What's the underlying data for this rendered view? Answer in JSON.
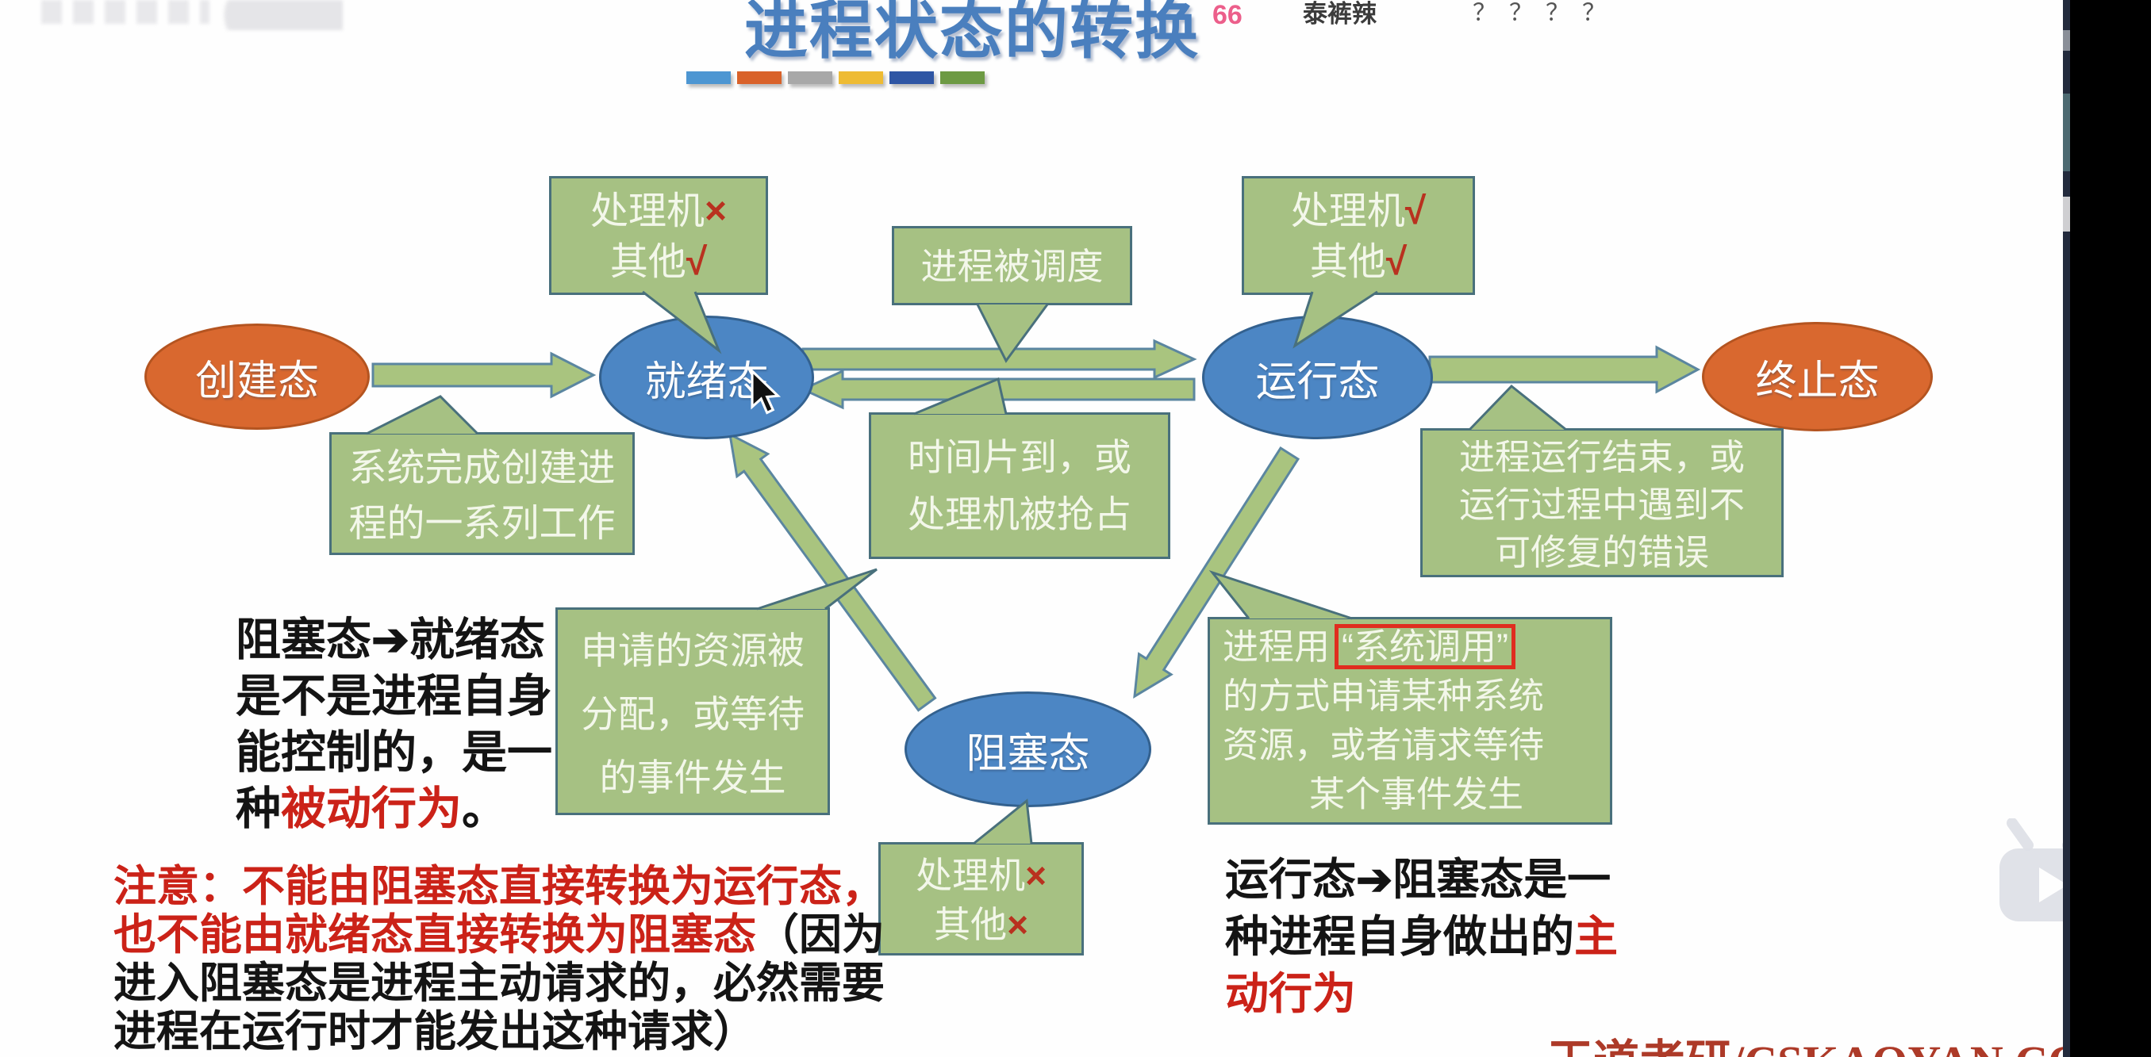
{
  "colors": {
    "slide_bg": "#fefefe",
    "title_blue": "#4a7fbe",
    "node_blue": "#4c86c4",
    "node_orange": "#d9682f",
    "callout_green": "#a6c183",
    "callout_border": "#49707c",
    "arrow_green": "#a9c47f",
    "arrow_border": "#5b86a0",
    "red_annotation": "#cb2218",
    "red_highlight_box": "#e02d1f",
    "brand_red": "#ad3a28"
  },
  "title": {
    "text": "进程状态的转换"
  },
  "theme_bars": {
    "colors": [
      "#4d96d2",
      "#d9622a",
      "#a8a8a8",
      "#eebb33",
      "#2f56a4",
      "#6d9a43"
    ]
  },
  "danmaku": {
    "d1": "66",
    "d2": "泰裤辣",
    "d3": "？？？？"
  },
  "nodes": {
    "create": {
      "label": "创建态"
    },
    "ready": {
      "label": "就绪态"
    },
    "running": {
      "label": "运行态"
    },
    "terminated": {
      "label": "终止态"
    },
    "blocked": {
      "label": "阻塞态"
    }
  },
  "callouts": {
    "ready_flags": {
      "label1": "处理机",
      "mark1": "×",
      "label2": "其他",
      "mark2": "√"
    },
    "scheduled": {
      "text": "进程被调度"
    },
    "running_flags": {
      "label1": "处理机",
      "mark1": "√",
      "label2": "其他",
      "mark2": "√"
    },
    "create_note": {
      "line1": "系统完成创建进",
      "line2": "程的一系列工作"
    },
    "timeslice": {
      "line1": "时间片到，或",
      "line2": "处理机被抢占"
    },
    "terminate_note": {
      "line1": "进程运行结束，或",
      "line2": "运行过程中遇到不",
      "line3": "可修复的错误"
    },
    "resource_note": {
      "line1": "申请的资源被",
      "line2": "分配，或等待",
      "line3": "的事件发生"
    },
    "syscall_note": {
      "prefix": "进程用",
      "highlight": "“系统调用”",
      "line2": "的方式申请某种系统",
      "line3": "资源，或者请求等待",
      "line4": "某个事件发生"
    },
    "blocked_flags": {
      "label1": "处理机",
      "mark1": "×",
      "label2": "其他",
      "mark2": "×"
    }
  },
  "notes": {
    "passive": {
      "l1": "阻塞态➔就绪态",
      "l2": "是不是进程自身",
      "l3": "能控制的，是一",
      "l4a": "种",
      "l4b": "被动行为",
      "l4c": "。"
    },
    "warning": {
      "l1": "注意：不能由阻塞态直接转换为运行态，",
      "l2a": "也不能由就绪态直接转换为阻塞态",
      "l2b": "（因为",
      "l3": "进入阻塞态是进程主动请求的，必然需要",
      "l4": "进程在运行时才能发出这种请求）"
    },
    "active": {
      "l1": "运行态➔阻塞态是一",
      "l2a": "种进程自身做出的",
      "l2b": "主",
      "l3": "动行为"
    }
  },
  "watermark": {
    "brand": "王道考研/CSKAOYAN.COM"
  }
}
